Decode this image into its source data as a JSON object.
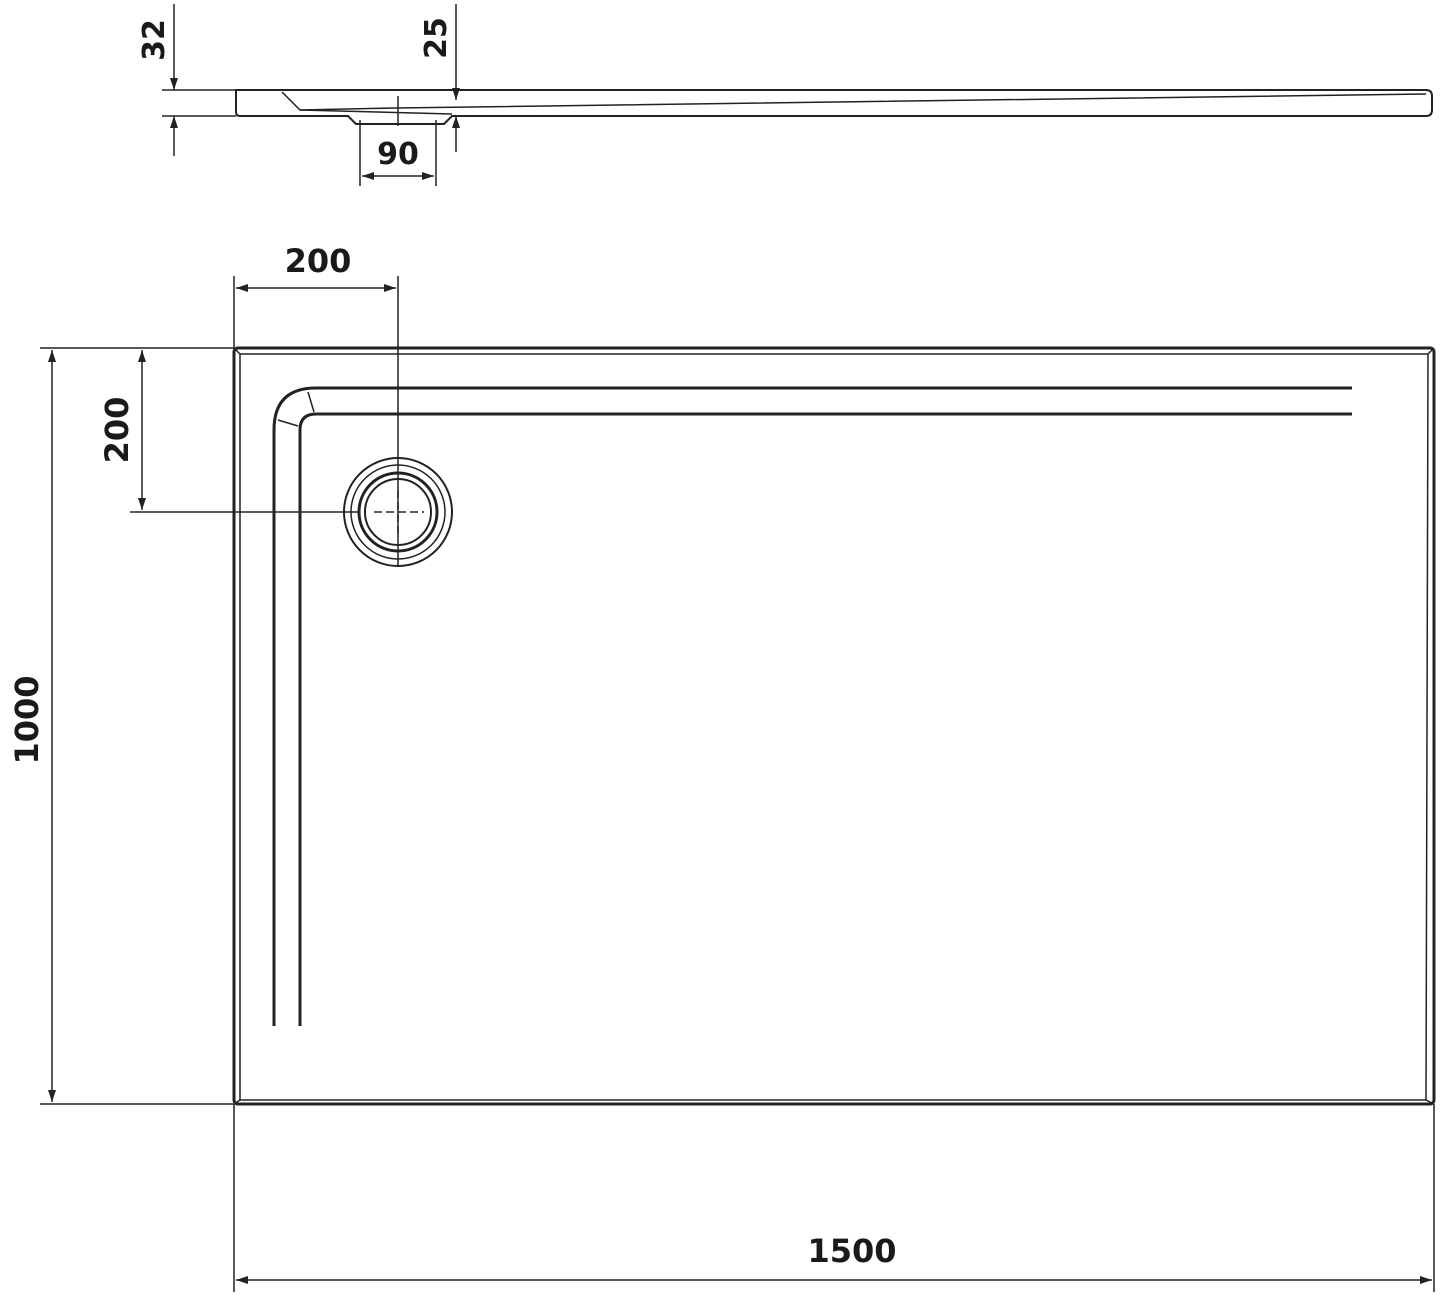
{
  "dimensions": {
    "side_total_height": "32",
    "side_rim_height": "25",
    "side_drain_width": "90",
    "drain_offset_x": "200",
    "drain_offset_y": "200",
    "tray_depth": "1000",
    "tray_width": "1500"
  },
  "colors": {
    "line": "#222222",
    "background": "#ffffff"
  }
}
